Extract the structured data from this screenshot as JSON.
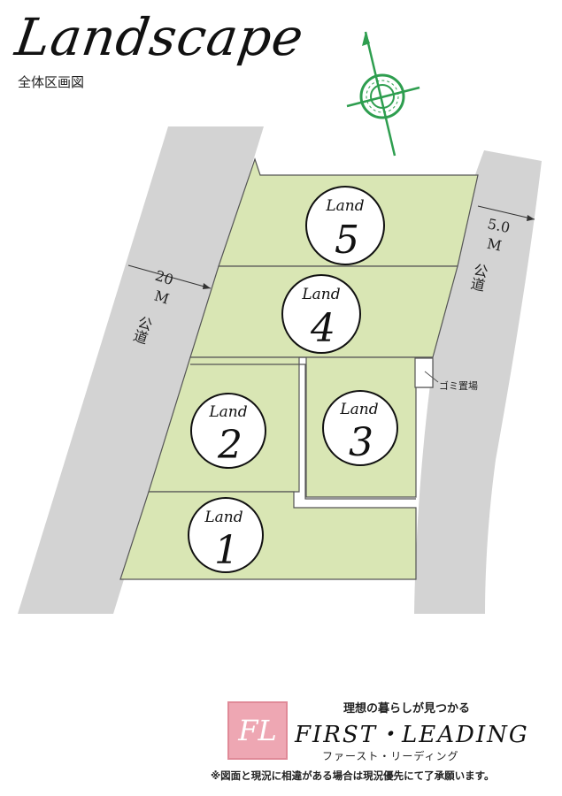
{
  "header": {
    "title": "Landscape",
    "subtitle": "全体区画図"
  },
  "roads": {
    "west_label_width": "20",
    "west_label_unit": "M",
    "west_label_type": "公道",
    "east_label_width": "5.0",
    "east_label_unit": "M",
    "east_label_type": "公道"
  },
  "garbage_area": {
    "label": "ゴミ置場"
  },
  "lots": [
    {
      "word": "Land",
      "number": "5"
    },
    {
      "word": "Land",
      "number": "4"
    },
    {
      "word": "Land",
      "number": "2"
    },
    {
      "word": "Land",
      "number": "3"
    },
    {
      "word": "Land",
      "number": "1"
    }
  ],
  "colors": {
    "lot_fill": "#d9e6b4",
    "road_fill": "#d3d3d3",
    "compass": "#2e9e4f",
    "logo": "#eea7b3"
  },
  "compass": {
    "icon": "north-compass-icon"
  },
  "footer": {
    "tagline": "理想の暮らしが見つかる",
    "logo_text": "FL",
    "brand": "FIRST・LEADING",
    "brand_kana": "ファースト・リーディング",
    "disclaimer": "※図面と現況に相違がある場合は現況優先にて了承願います。"
  }
}
